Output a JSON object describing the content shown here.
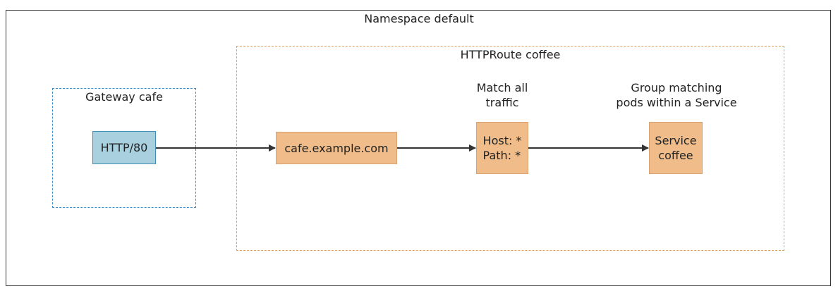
{
  "namespace": {
    "title": "Namespace default"
  },
  "gateway": {
    "title": "Gateway cafe",
    "listener": "HTTP/80"
  },
  "httproute": {
    "title": "HTTPRoute coffee",
    "hostname": "cafe.example.com",
    "match_caption": "Match all\ntraffic",
    "match_rule": "Host: *\nPath: *",
    "backend_caption": "Group matching\npods within a Service",
    "backend": "Service\ncoffee"
  },
  "colors": {
    "namespace_border": "#333333",
    "gateway_border": "#3b8fc9",
    "route_border": "#e0a060",
    "blue_node_fill": "#a8d0df",
    "orange_node_fill": "#f0bd8a",
    "edge": "#333333"
  }
}
